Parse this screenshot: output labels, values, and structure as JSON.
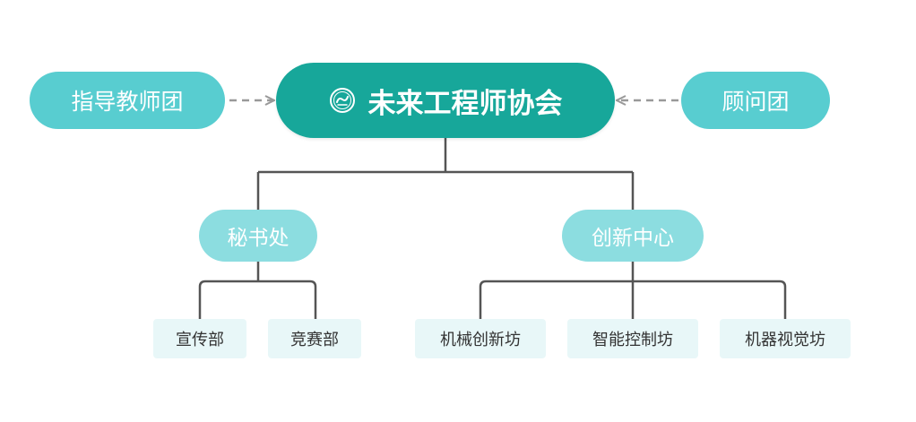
{
  "org_chart": {
    "root": {
      "label": "未来工程师协会",
      "logo": "association-logo-icon"
    },
    "advisors": [
      {
        "label": "指导教师团",
        "relation": "dashed-arrow-to-root"
      },
      {
        "label": "顾问团",
        "relation": "dashed-arrow-to-root"
      }
    ],
    "departments": [
      {
        "label": "秘书处",
        "children": [
          {
            "label": "宣传部"
          },
          {
            "label": "竞赛部"
          }
        ]
      },
      {
        "label": "创新中心",
        "children": [
          {
            "label": "机械创新坊"
          },
          {
            "label": "智能控制坊"
          },
          {
            "label": "机器视觉坊"
          }
        ]
      }
    ]
  },
  "colors": {
    "root_fill": "#17a79a",
    "advisor_fill": "#58cdd0",
    "department_fill": "#8cdde0",
    "leaf_fill": "#e8f7f8",
    "connector": "#555555",
    "dashed_connector": "#999999"
  }
}
